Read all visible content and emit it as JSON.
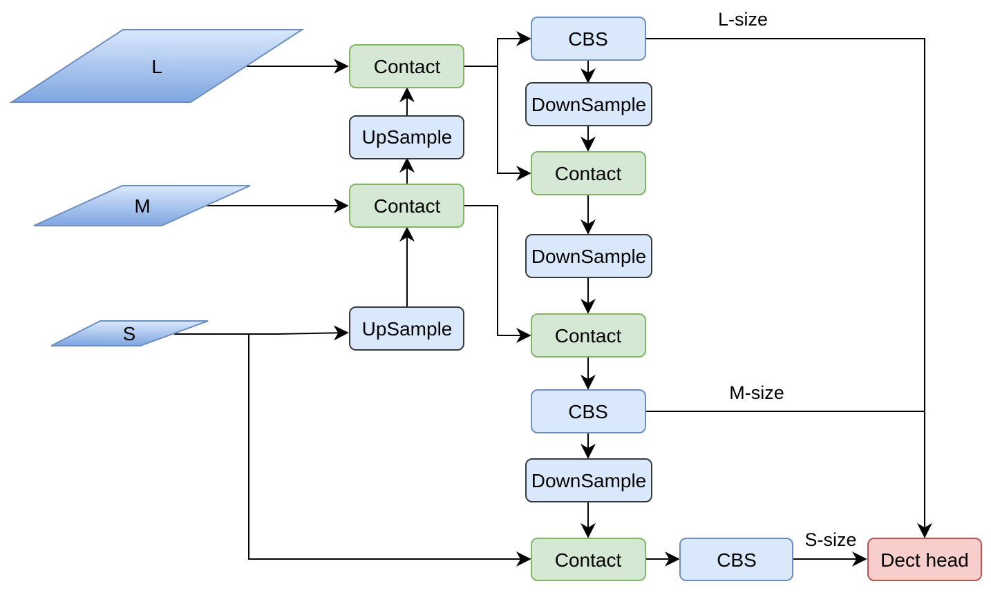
{
  "inputs": {
    "l": "L",
    "m": "M",
    "s": "S"
  },
  "nodes": {
    "contact_top": "Contact",
    "upsample_top": "UpSample",
    "contact_mid": "Contact",
    "upsample_bottom": "UpSample",
    "cbs_top": "CBS",
    "downsample_1": "DownSample",
    "contact_r1": "Contact",
    "downsample_2": "DownSample",
    "contact_r2": "Contact",
    "cbs_mid": "CBS",
    "downsample_3": "DownSample",
    "contact_bottom": "Contact",
    "cbs_bottom": "CBS",
    "dect_head": "Dect head"
  },
  "edge_labels": {
    "l_size": "L-size",
    "m_size": "M-size",
    "s_size": "S-size"
  },
  "colors": {
    "input_fill_top": "#dae8fc",
    "input_fill_bottom": "#7ea6e0",
    "input_stroke": "#6c8ebf",
    "blue_fill": "#dae8fc",
    "blue_stroke": "#6c8ebf",
    "dark_stroke": "#36393d",
    "green_fill": "#d5e8d4",
    "green_stroke": "#82b366",
    "red_fill": "#f8cecc",
    "red_stroke": "#b85450"
  }
}
